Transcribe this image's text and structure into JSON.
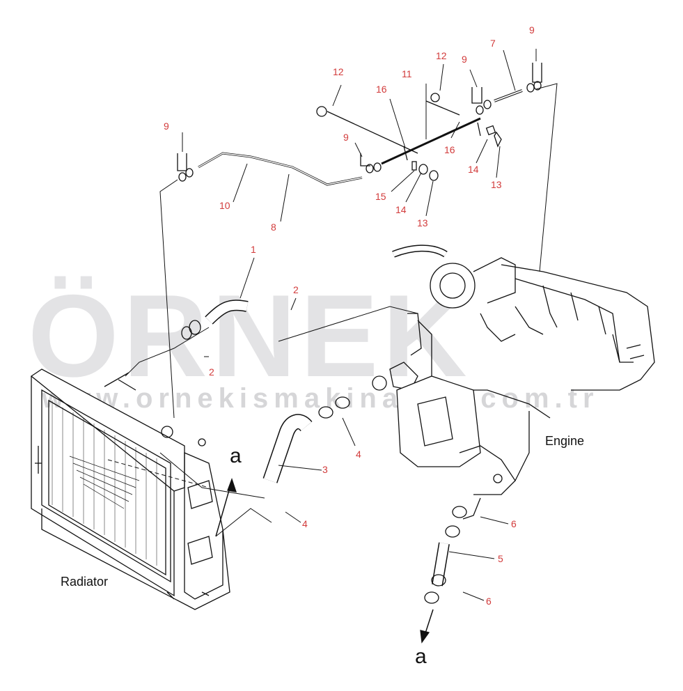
{
  "watermark": {
    "brand": "ÖRNEK",
    "url": "www.ornekismakinalari.com.tr"
  },
  "colors": {
    "callout": "#d23b3b",
    "line": "#111111",
    "watermark": "#e3e3e5",
    "watermark_accent": "#f3dc8a"
  },
  "labels": {
    "engine": "Engine",
    "radiator": "Radiator",
    "arrow_top": "a",
    "arrow_bottom": "a"
  },
  "callouts": {
    "c9a": "9",
    "c7": "7",
    "c12a": "12",
    "c9b": "9",
    "c12b": "12",
    "c11": "11",
    "c16a": "16",
    "c9c": "9",
    "c16b": "16",
    "c14a": "14",
    "c13a": "13",
    "c9d": "9",
    "c10": "10",
    "c8": "8",
    "c15": "15",
    "c14b": "14",
    "c13b": "13",
    "c1": "1",
    "c2a": "2",
    "c2b": "2",
    "c3": "3",
    "c4a": "4",
    "c4b": "4",
    "c6a": "6",
    "c5": "5",
    "c6b": "6"
  }
}
